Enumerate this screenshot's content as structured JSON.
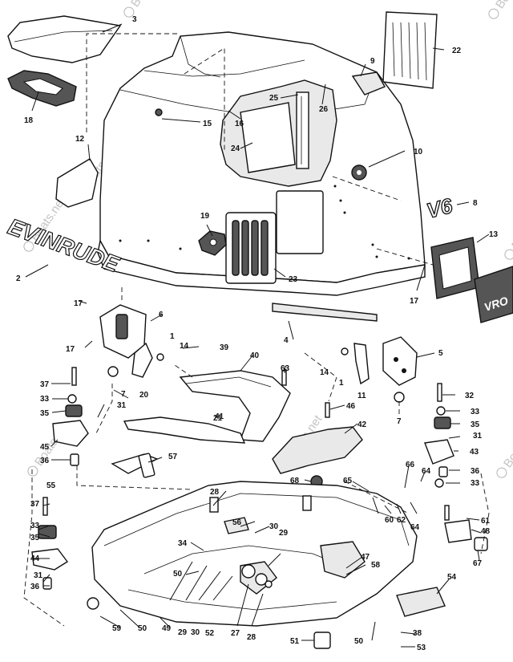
{
  "watermark": "Boats.net",
  "watermark_symbol": "©",
  "decals": {
    "brand_name": "EVINRUDE",
    "v6_badge": "V6",
    "vro_plate": "VRO"
  },
  "callouts": [
    "1",
    "2",
    "3",
    "4",
    "5",
    "6",
    "7",
    "8",
    "9",
    "10",
    "11",
    "12",
    "13",
    "14",
    "15",
    "16",
    "17",
    "18",
    "19",
    "20",
    "21",
    "22",
    "23",
    "24",
    "25",
    "26",
    "27",
    "28",
    "29",
    "30",
    "31",
    "32",
    "33",
    "34",
    "35",
    "36",
    "37",
    "38",
    "39",
    "40",
    "41",
    "42",
    "43",
    "44",
    "45",
    "46",
    "47",
    "48",
    "49",
    "50",
    "51",
    "52",
    "53",
    "54",
    "55",
    "56",
    "57",
    "58",
    "59",
    "60",
    "61",
    "62",
    "63",
    "64",
    "65",
    "66",
    "67",
    "68"
  ]
}
